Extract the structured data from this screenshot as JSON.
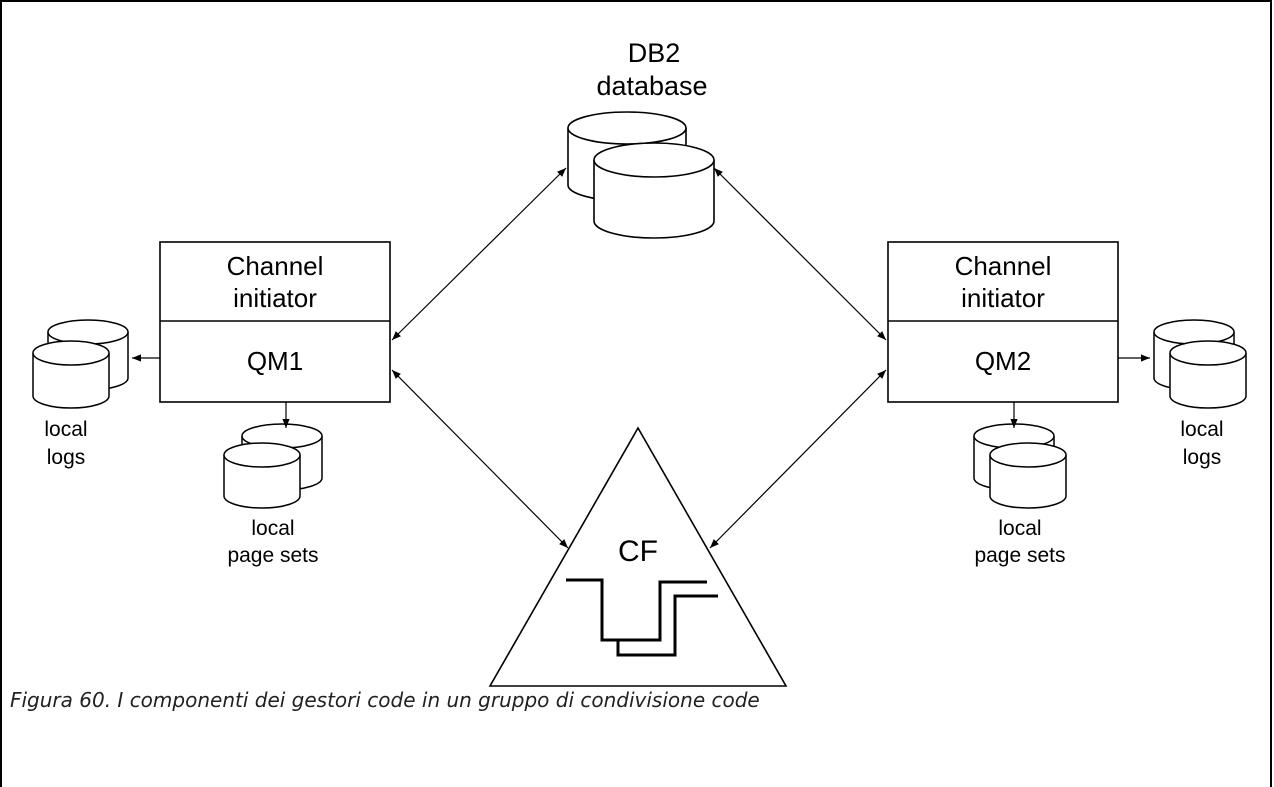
{
  "db2": {
    "line1": "DB2",
    "line2": "database"
  },
  "left_node": {
    "channel_line1": "Channel",
    "channel_line2": "initiator",
    "qm": "QM1"
  },
  "right_node": {
    "channel_line1": "Channel",
    "channel_line2": "initiator",
    "qm": "QM2"
  },
  "left_logs": {
    "line1": "local",
    "line2": "logs"
  },
  "left_pagesets": {
    "line1": "local",
    "line2": "page sets"
  },
  "right_logs": {
    "line1": "local",
    "line2": "logs"
  },
  "right_pagesets": {
    "line1": "local",
    "line2": "page sets"
  },
  "cf": {
    "label": "CF"
  },
  "caption": "Figura 60. I componenti dei gestori code in un gruppo di condivisione code"
}
